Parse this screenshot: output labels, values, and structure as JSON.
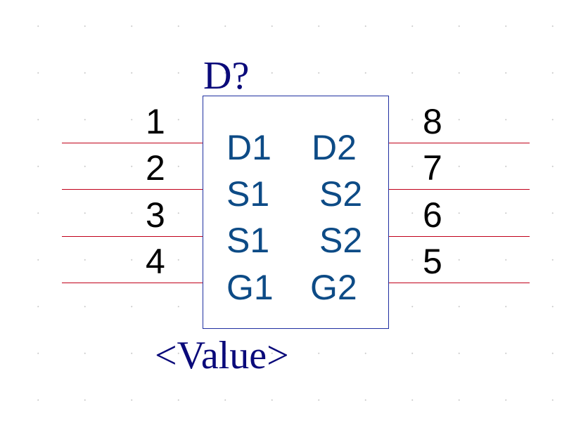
{
  "component": {
    "designator": "D?",
    "value": "<Value>",
    "pins_left": [
      {
        "number": "1",
        "name": "D1"
      },
      {
        "number": "2",
        "name": "S1"
      },
      {
        "number": "3",
        "name": "S1"
      },
      {
        "number": "4",
        "name": "G1"
      }
    ],
    "pins_right": [
      {
        "number": "8",
        "name": "D2"
      },
      {
        "number": "7",
        "name": "S2"
      },
      {
        "number": "6",
        "name": "S2"
      },
      {
        "number": "5",
        "name": "G2"
      }
    ]
  },
  "colors": {
    "wire": "#c0001a",
    "body_outline": "#1f2fa0",
    "pin_name": "#0d4b86",
    "label": "#0a0a7a",
    "pin_number": "#000000"
  }
}
